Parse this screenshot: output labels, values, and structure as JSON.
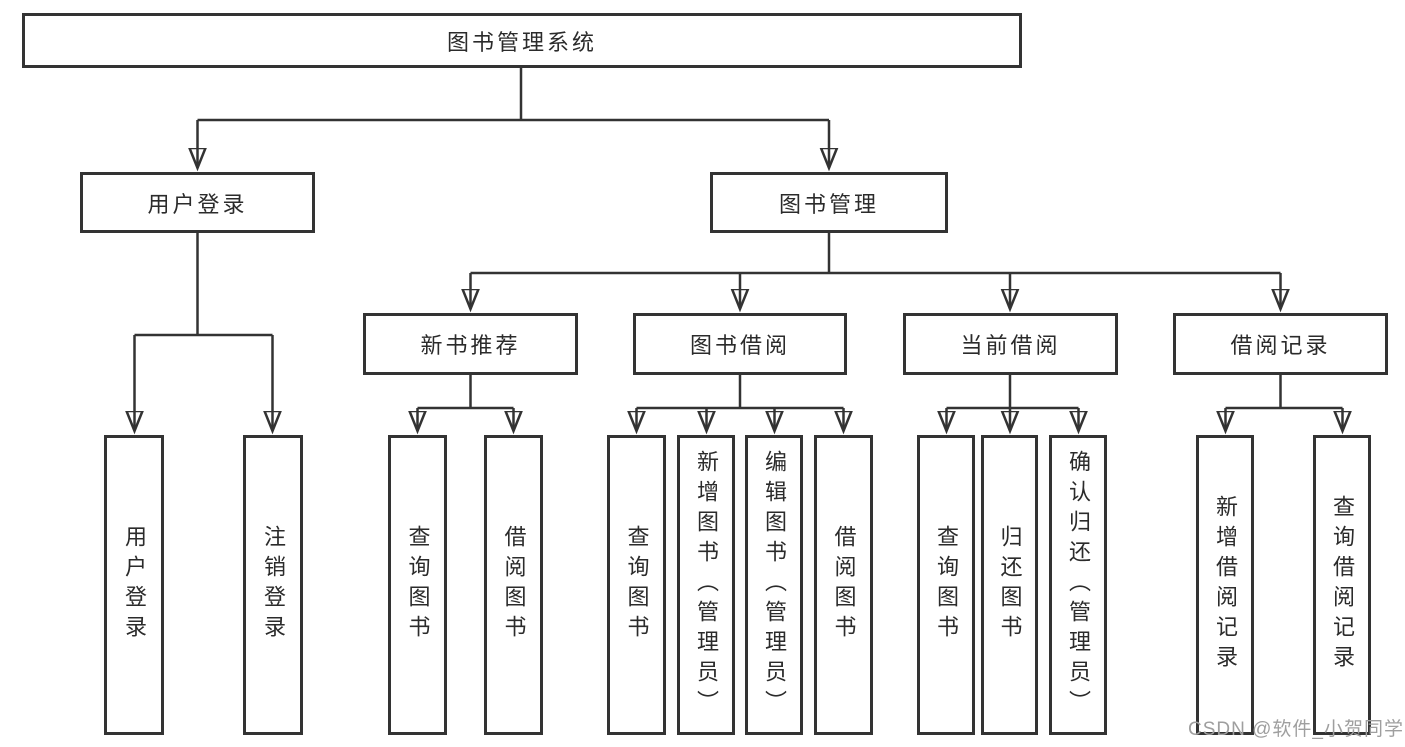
{
  "diagram": {
    "root": "图书管理系统",
    "level2": [
      {
        "label": "用户登录",
        "leaves": [
          "用户登录",
          "注销登录"
        ]
      },
      {
        "label": "图书管理",
        "groups": [
          {
            "label": "新书推荐",
            "leaves": [
              "查询图书",
              "借阅图书"
            ]
          },
          {
            "label": "图书借阅",
            "leaves": [
              "查询图书",
              "新增图书（管理员）",
              "编辑图书（管理员）",
              "借阅图书"
            ]
          },
          {
            "label": "当前借阅",
            "leaves": [
              "查询图书",
              "归还图书",
              "确认归还（管理员）"
            ]
          },
          {
            "label": "借阅记录",
            "leaves": [
              "新增借阅记录",
              "查询借阅记录"
            ]
          }
        ]
      }
    ]
  },
  "watermark": {
    "text": "CSDN @软件_小贺同学"
  },
  "colors": {
    "line": "#333333",
    "box_border": "#333333",
    "box_fill": "#ffffff",
    "text": "#2b2b2b",
    "watermark": "#9f9f9f",
    "background": "#ffffff"
  }
}
